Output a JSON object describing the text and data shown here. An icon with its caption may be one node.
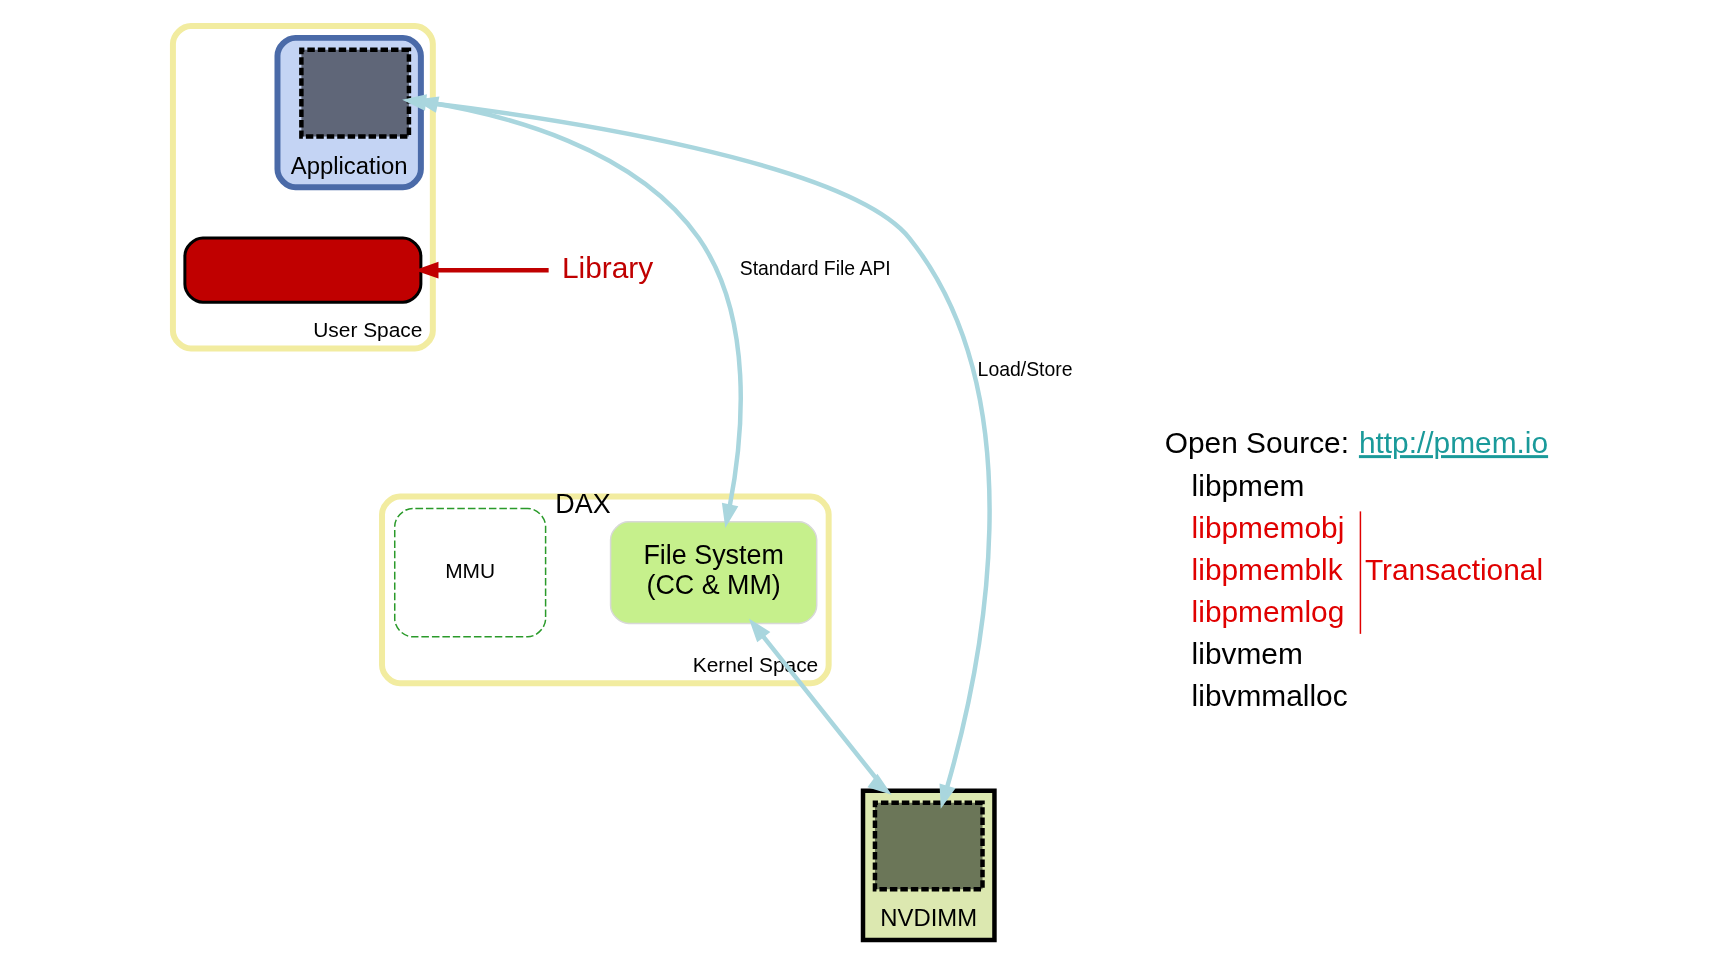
{
  "diagram": {
    "nodes": [
      {
        "text": [
          "User Space"
        ]
      },
      {
        "text": [
          "Application"
        ],
        "in": 0
      },
      {
        "text": [],
        "shape": "box",
        "in": 1
      },
      {
        "text": [],
        "shape": "box",
        "in": 0
      },
      {
        "text": [
          "Kernel Space"
        ]
      },
      {
        "text": [
          "File System",
          "(CC & MM)"
        ],
        "beside": [
          "DAX"
        ],
        "in": 4
      },
      {
        "text": [
          "MMU"
        ],
        "in": 4
      },
      {
        "text": [
          "NVDIMM"
        ]
      },
      {
        "text": [],
        "shape": "box",
        "in": 7
      },
      {
        "text": [
          "Library"
        ]
      }
    ],
    "edges": [
      {
        "from": 1,
        "to": 5,
        "arrow": "both",
        "label": "Standard File API"
      },
      {
        "from": 5,
        "to": 7,
        "arrow": "both"
      },
      {
        "from": 2,
        "to": 8,
        "arrow": "both",
        "label": "Load/Store"
      },
      {
        "from": 9,
        "to": 3,
        "arrow": "to",
        "color": "#c00000"
      }
    ],
    "labels": [
      "Open Source:",
      "http://pmem.io",
      "libpmem",
      "libpmemobj",
      "libpmemblk",
      "libpmemlog",
      "libvmem",
      "libvmmalloc",
      "Transactional"
    ]
  }
}
